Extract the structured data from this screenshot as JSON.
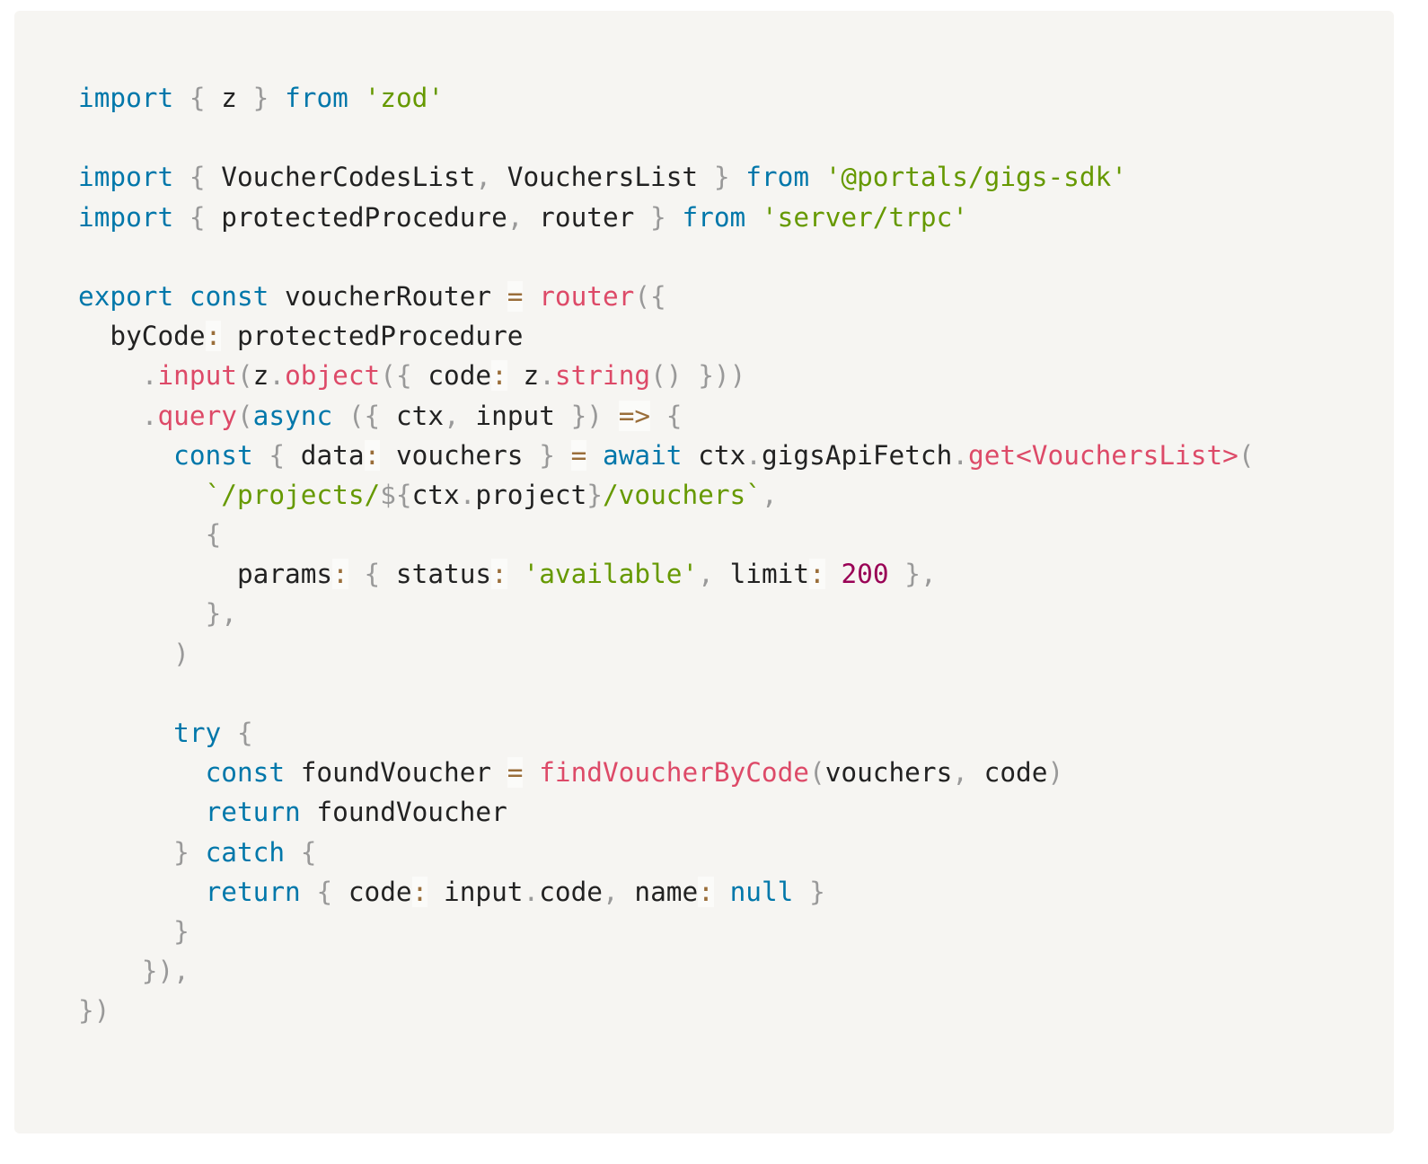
{
  "code_block": {
    "language": "typescript",
    "lines": [
      [
        [
          "k",
          "import"
        ],
        [
          "t",
          " "
        ],
        [
          "p",
          "{"
        ],
        [
          "t",
          " z "
        ],
        [
          "p",
          "}"
        ],
        [
          "t",
          " "
        ],
        [
          "k",
          "from"
        ],
        [
          "t",
          " "
        ],
        [
          "s",
          "'zod'"
        ]
      ],
      [],
      [
        [
          "k",
          "import"
        ],
        [
          "t",
          " "
        ],
        [
          "p",
          "{"
        ],
        [
          "t",
          " VoucherCodesList"
        ],
        [
          "p",
          ","
        ],
        [
          "t",
          " VouchersList "
        ],
        [
          "p",
          "}"
        ],
        [
          "t",
          " "
        ],
        [
          "k",
          "from"
        ],
        [
          "t",
          " "
        ],
        [
          "s",
          "'@portals/gigs-sdk'"
        ]
      ],
      [
        [
          "k",
          "import"
        ],
        [
          "t",
          " "
        ],
        [
          "p",
          "{"
        ],
        [
          "t",
          " protectedProcedure"
        ],
        [
          "p",
          ","
        ],
        [
          "t",
          " router "
        ],
        [
          "p",
          "}"
        ],
        [
          "t",
          " "
        ],
        [
          "k",
          "from"
        ],
        [
          "t",
          " "
        ],
        [
          "s",
          "'server/trpc'"
        ]
      ],
      [],
      [
        [
          "k",
          "export"
        ],
        [
          "t",
          " "
        ],
        [
          "k",
          "const"
        ],
        [
          "t",
          " voucherRouter "
        ],
        [
          "o",
          "="
        ],
        [
          "t",
          " "
        ],
        [
          "f",
          "router"
        ],
        [
          "p",
          "({"
        ]
      ],
      [
        [
          "t",
          "  byCode"
        ],
        [
          "o",
          ":"
        ],
        [
          "t",
          " protectedProcedure"
        ]
      ],
      [
        [
          "t",
          "    "
        ],
        [
          "p",
          "."
        ],
        [
          "f",
          "input"
        ],
        [
          "p",
          "("
        ],
        [
          "t",
          "z"
        ],
        [
          "p",
          "."
        ],
        [
          "f",
          "object"
        ],
        [
          "p",
          "({"
        ],
        [
          "t",
          " code"
        ],
        [
          "o",
          ":"
        ],
        [
          "t",
          " z"
        ],
        [
          "p",
          "."
        ],
        [
          "f",
          "string"
        ],
        [
          "p",
          "()"
        ],
        [
          "t",
          " "
        ],
        [
          "p",
          "}))"
        ]
      ],
      [
        [
          "t",
          "    "
        ],
        [
          "p",
          "."
        ],
        [
          "f",
          "query"
        ],
        [
          "p",
          "("
        ],
        [
          "k",
          "async"
        ],
        [
          "t",
          " "
        ],
        [
          "p",
          "({"
        ],
        [
          "t",
          " ctx"
        ],
        [
          "p",
          ","
        ],
        [
          "t",
          " input "
        ],
        [
          "p",
          "})"
        ],
        [
          "t",
          " "
        ],
        [
          "o",
          "=>"
        ],
        [
          "t",
          " "
        ],
        [
          "p",
          "{"
        ]
      ],
      [
        [
          "t",
          "      "
        ],
        [
          "k",
          "const"
        ],
        [
          "t",
          " "
        ],
        [
          "p",
          "{"
        ],
        [
          "t",
          " data"
        ],
        [
          "o",
          ":"
        ],
        [
          "t",
          " vouchers "
        ],
        [
          "p",
          "}"
        ],
        [
          "t",
          " "
        ],
        [
          "o",
          "="
        ],
        [
          "t",
          " "
        ],
        [
          "k",
          "await"
        ],
        [
          "t",
          " ctx"
        ],
        [
          "p",
          "."
        ],
        [
          "t",
          "gigsApiFetch"
        ],
        [
          "p",
          "."
        ],
        [
          "f",
          "get<VouchersList>"
        ],
        [
          "p",
          "("
        ]
      ],
      [
        [
          "t",
          "        "
        ],
        [
          "s",
          "`/projects/"
        ],
        [
          "p",
          "${"
        ],
        [
          "t",
          "ctx"
        ],
        [
          "p",
          "."
        ],
        [
          "t",
          "project"
        ],
        [
          "p",
          "}"
        ],
        [
          "s",
          "/vouchers`"
        ],
        [
          "p",
          ","
        ]
      ],
      [
        [
          "t",
          "        "
        ],
        [
          "p",
          "{"
        ]
      ],
      [
        [
          "t",
          "          params"
        ],
        [
          "o",
          ":"
        ],
        [
          "t",
          " "
        ],
        [
          "p",
          "{"
        ],
        [
          "t",
          " status"
        ],
        [
          "o",
          ":"
        ],
        [
          "t",
          " "
        ],
        [
          "s",
          "'available'"
        ],
        [
          "p",
          ","
        ],
        [
          "t",
          " limit"
        ],
        [
          "o",
          ":"
        ],
        [
          "t",
          " "
        ],
        [
          "n",
          "200"
        ],
        [
          "t",
          " "
        ],
        [
          "p",
          "},"
        ]
      ],
      [
        [
          "t",
          "        "
        ],
        [
          "p",
          "},"
        ]
      ],
      [
        [
          "t",
          "      "
        ],
        [
          "p",
          ")"
        ]
      ],
      [],
      [
        [
          "t",
          "      "
        ],
        [
          "k",
          "try"
        ],
        [
          "t",
          " "
        ],
        [
          "p",
          "{"
        ]
      ],
      [
        [
          "t",
          "        "
        ],
        [
          "k",
          "const"
        ],
        [
          "t",
          " foundVoucher "
        ],
        [
          "o",
          "="
        ],
        [
          "t",
          " "
        ],
        [
          "f",
          "findVoucherByCode"
        ],
        [
          "p",
          "("
        ],
        [
          "t",
          "vouchers"
        ],
        [
          "p",
          ","
        ],
        [
          "t",
          " code"
        ],
        [
          "p",
          ")"
        ]
      ],
      [
        [
          "t",
          "        "
        ],
        [
          "k",
          "return"
        ],
        [
          "t",
          " foundVoucher"
        ]
      ],
      [
        [
          "t",
          "      "
        ],
        [
          "p",
          "}"
        ],
        [
          "t",
          " "
        ],
        [
          "k",
          "catch"
        ],
        [
          "t",
          " "
        ],
        [
          "p",
          "{"
        ]
      ],
      [
        [
          "t",
          "        "
        ],
        [
          "k",
          "return"
        ],
        [
          "t",
          " "
        ],
        [
          "p",
          "{"
        ],
        [
          "t",
          " code"
        ],
        [
          "o",
          ":"
        ],
        [
          "t",
          " input"
        ],
        [
          "p",
          "."
        ],
        [
          "t",
          "code"
        ],
        [
          "p",
          ","
        ],
        [
          "t",
          " name"
        ],
        [
          "o",
          ":"
        ],
        [
          "t",
          " "
        ],
        [
          "k",
          "null"
        ],
        [
          "t",
          " "
        ],
        [
          "p",
          "}"
        ]
      ],
      [
        [
          "t",
          "      "
        ],
        [
          "p",
          "}"
        ]
      ],
      [
        [
          "t",
          "    "
        ],
        [
          "p",
          "}),"
        ]
      ],
      [
        [
          "p",
          "})"
        ]
      ]
    ]
  }
}
